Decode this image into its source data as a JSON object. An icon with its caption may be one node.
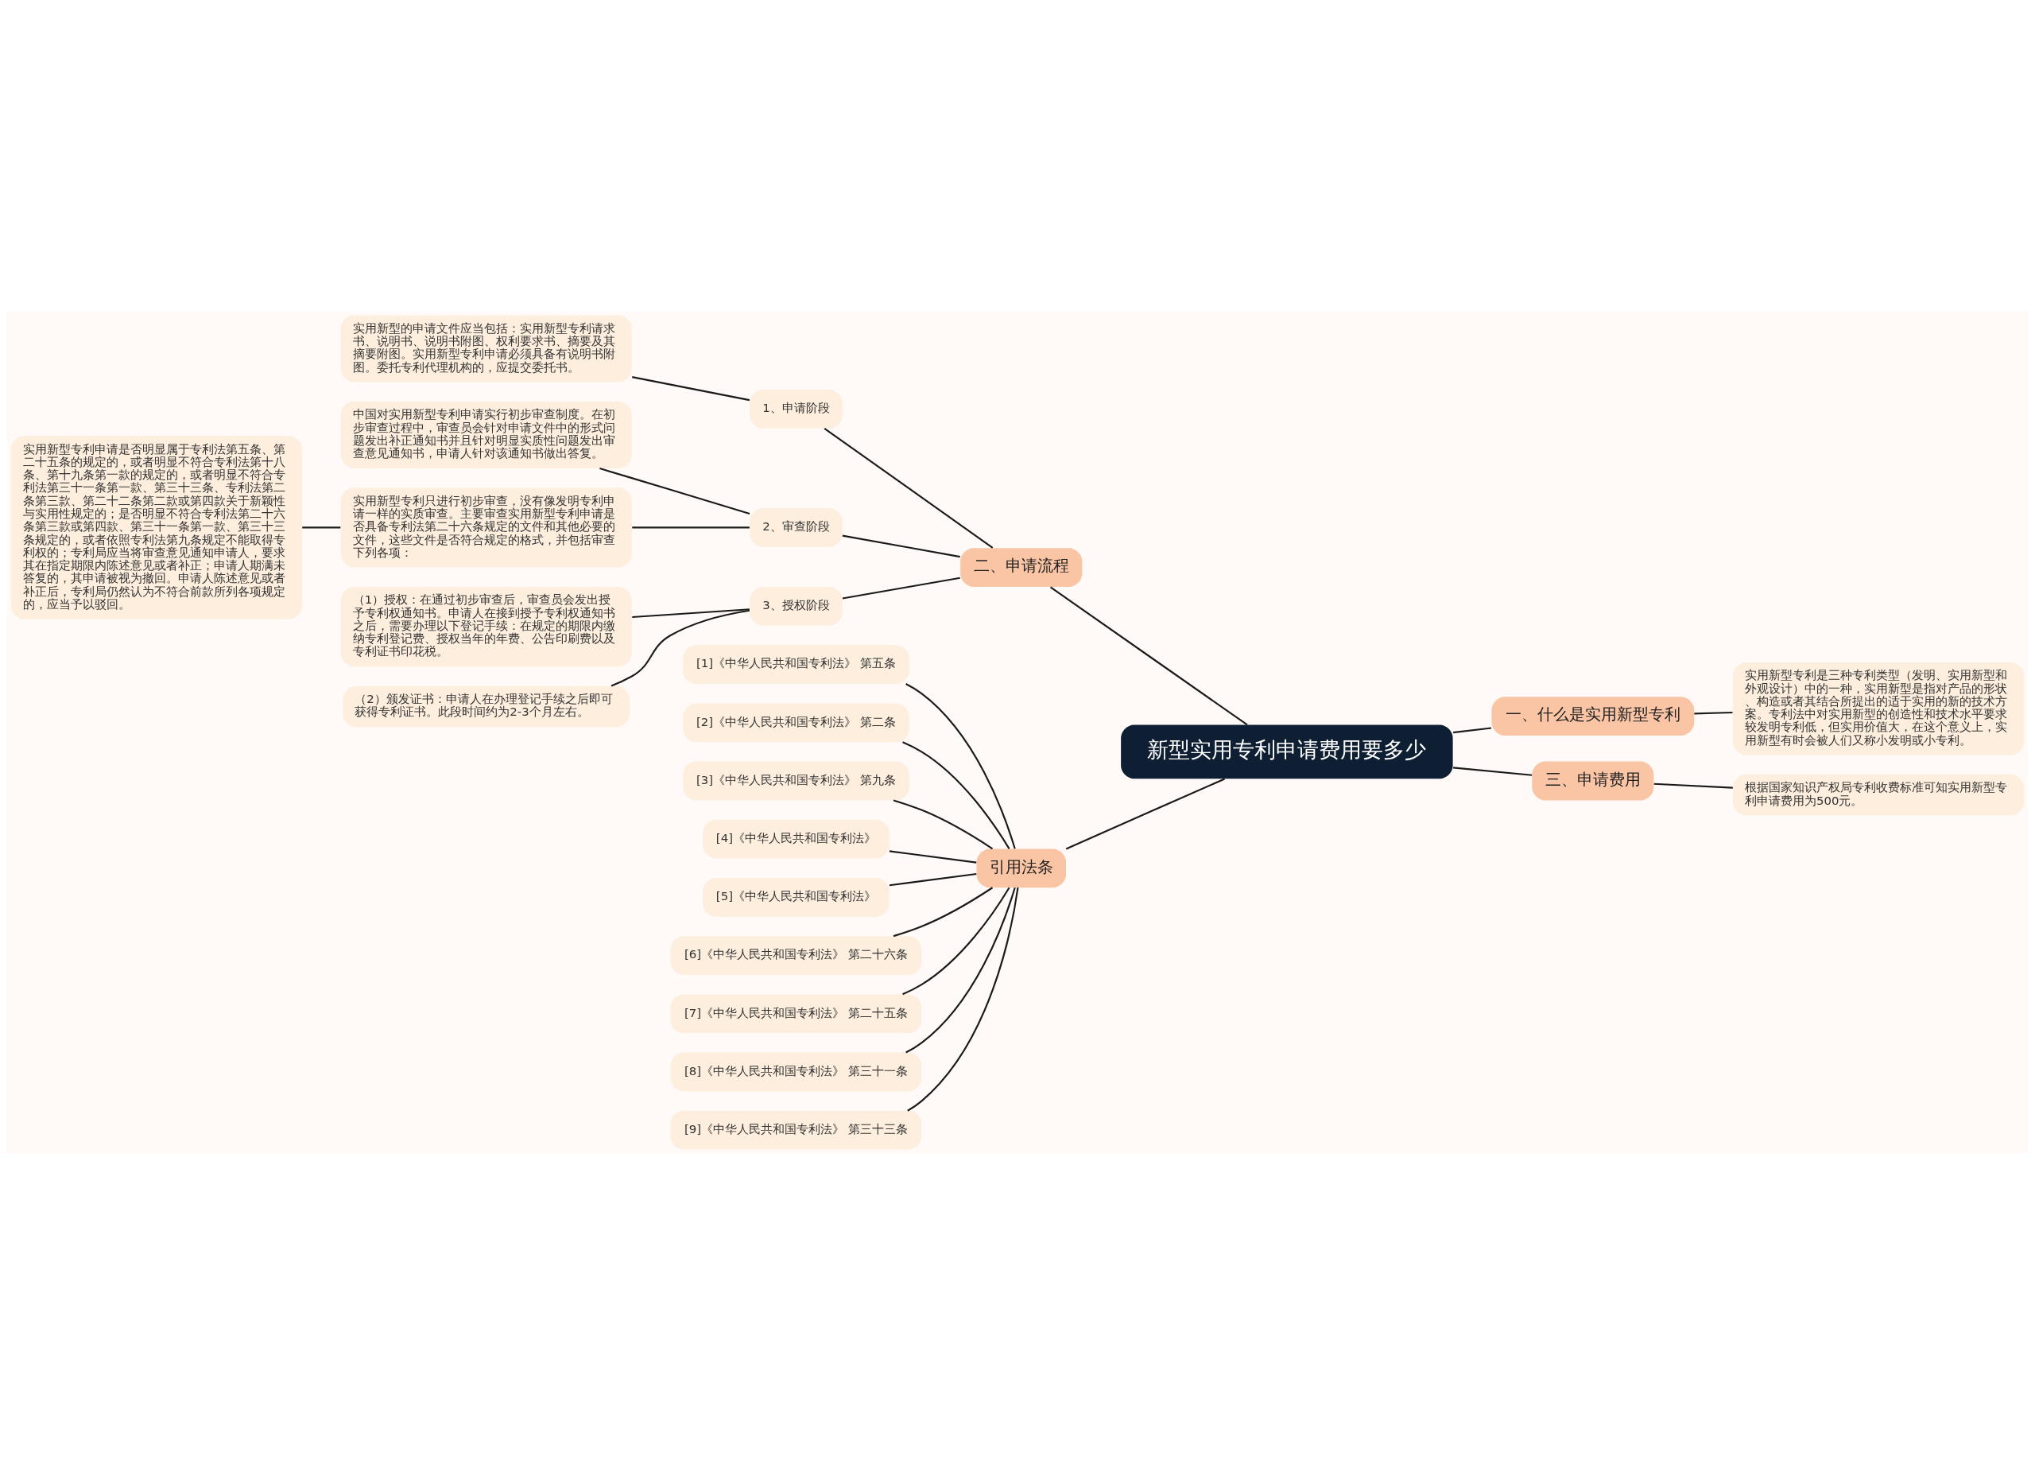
{
  "diagram": {
    "nodes": [
      {
        "text": [
          "新型实用专利申请费用要多少"
        ]
      },
      {
        "text": [
          "二、申请流程"
        ]
      },
      {
        "text": [
          "1、申请阶段"
        ]
      },
      {
        "text": [
          "实用新型的申请文件应当包括：实用新型专利请求书、说明书、说明书附图、权利要求书、摘要及其摘要附图。实用新型专利申请必须具备有说明书附图。委托专利代理机构的，应提交委托书。"
        ]
      },
      {
        "text": [
          "2、审查阶段"
        ]
      },
      {
        "text": [
          "中国对实用新型专利申请实行初步审查制度。在初步审查过程中，审查员会针对申请文件中的形式问题发出补正通知书并且针对明显实质性问题发出审查意见通知书，申请人针对该通知书做出答复。"
        ]
      },
      {
        "text": [
          "实用新型专利只进行初步审查，没有像发明专利申请一样的实质审查。主要审查实用新型专利申请是否具备专利法第二十六条规定的文件和其他必要的文件，这些文件是否符合规定的格式，并包括审查下列各项："
        ]
      },
      {
        "text": [
          "实用新型专利申请是否明显属于专利法第五条、第二十五条的规定的，或者明显不符合专利法第十八条、第十九条第一款的规定的，或者明显不符合专利法第三十一条第一款、第三十三条、专利法第二条第三款、第二十二条第二款或第四款关于新颖性与实用性规定的；是否明显不符合专利法第二十六条第三款或第四款、第三十一条第一款、第三十三条规定的，或者依照专利法第九条规定不能取得专利权的；专利局应当将审查意见通知申请人，要求其在指定期限内陈述意见或者补正；申请人期满未答复的，其申请被视为撤回。申请人陈述意见或者补正后，专利局仍然认为不符合前款所列各项规定的，应当予以驳回。"
        ]
      },
      {
        "text": [
          "3、授权阶段"
        ]
      },
      {
        "text": [
          "（1）授权：在通过初步审查后，审查员会发出授予专利权通知书。申请人在接到授予专利权通知书之后，需要办理以下登记手续：在规定的期限内缴纳专利登记费、授权当年的年费、公告印刷费以及专利证书印花税。"
        ]
      },
      {
        "text": [
          "（2）颁发证书：申请人在办理登记手续之后即可获得专利证书。此段时间约为2-3个月左右。"
        ]
      },
      {
        "text": [
          "一、什么是实用新型专利"
        ]
      },
      {
        "text": [
          "实用新型专利是三种专利类型（发明、实用新型和外观设计）中的一种，实用新型是指对产品的形状、构造或者其结合所提出的适于实用的新的技术方案。专利法中对实用新型的创造性和技术水平要求较发明专利低，但实用价值大，在这个意义上，实用新型有时会被人们又称小发明或小专利。"
        ]
      },
      {
        "text": [
          "三、申请费用"
        ]
      },
      {
        "text": [
          "根据国家知识产权局专利收费标准可知实用新型专利申请费用为500元。"
        ]
      },
      {
        "text": [
          "引用法条"
        ]
      },
      {
        "text": [
          "[1]《中华人民共和国专利法》 第五条"
        ]
      },
      {
        "text": [
          "[2]《中华人民共和国专利法》 第二条"
        ]
      },
      {
        "text": [
          "[3]《中华人民共和国专利法》 第九条"
        ]
      },
      {
        "text": [
          "[4]《中华人民共和国专利法》"
        ]
      },
      {
        "text": [
          "[5]《中华人民共和国专利法》"
        ]
      },
      {
        "text": [
          "[6]《中华人民共和国专利法》 第二十六条"
        ]
      },
      {
        "text": [
          "[7]《中华人民共和国专利法》 第二十五条"
        ]
      },
      {
        "text": [
          "[8]《中华人民共和国专利法》 第三十一条"
        ]
      },
      {
        "text": [
          "[9]《中华人民共和国专利法》 第三十三条"
        ]
      }
    ],
    "edges": [
      {
        "from": 0,
        "to": 1,
        "arrow": "none"
      },
      {
        "from": 1,
        "to": 2,
        "arrow": "none"
      },
      {
        "from": 2,
        "to": 3,
        "arrow": "none"
      },
      {
        "from": 1,
        "to": 4,
        "arrow": "none"
      },
      {
        "from": 4,
        "to": 5,
        "arrow": "none"
      },
      {
        "from": 4,
        "to": 6,
        "arrow": "none"
      },
      {
        "from": 6,
        "to": 7,
        "arrow": "none"
      },
      {
        "from": 1,
        "to": 8,
        "arrow": "none"
      },
      {
        "from": 8,
        "to": 9,
        "arrow": "none"
      },
      {
        "from": 8,
        "to": 10,
        "arrow": "none"
      },
      {
        "from": 0,
        "to": 11,
        "arrow": "none"
      },
      {
        "from": 11,
        "to": 12,
        "arrow": "none"
      },
      {
        "from": 0,
        "to": 13,
        "arrow": "none"
      },
      {
        "from": 13,
        "to": 14,
        "arrow": "none"
      },
      {
        "from": 0,
        "to": 15,
        "arrow": "none"
      },
      {
        "from": 15,
        "to": 16,
        "arrow": "none"
      },
      {
        "from": 15,
        "to": 17,
        "arrow": "none"
      },
      {
        "from": 15,
        "to": 18,
        "arrow": "none"
      },
      {
        "from": 15,
        "to": 19,
        "arrow": "none"
      },
      {
        "from": 15,
        "to": 20,
        "arrow": "none"
      },
      {
        "from": 15,
        "to": 21,
        "arrow": "none"
      },
      {
        "from": 15,
        "to": 22,
        "arrow": "none"
      },
      {
        "from": 15,
        "to": 23,
        "arrow": "none"
      },
      {
        "from": 15,
        "to": 24,
        "arrow": "none"
      }
    ]
  }
}
